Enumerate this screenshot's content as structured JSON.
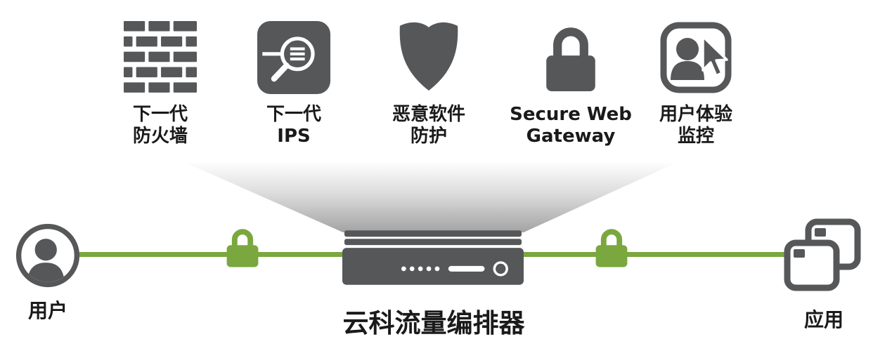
{
  "colors": {
    "icon_dark": "#565759",
    "accent_green": "#7aa73e",
    "funnel_gray": "#a3a3a5",
    "text": "#1a1a1a"
  },
  "services": [
    {
      "icon": "firewall-bricks-icon",
      "label_line1": "下一代",
      "label_line2": "防火墙"
    },
    {
      "icon": "ips-magnifier-icon",
      "label_line1": "下一代",
      "label_line2": "IPS"
    },
    {
      "icon": "malware-shield-icon",
      "label_line1": "恶意软件",
      "label_line2": "防护"
    },
    {
      "icon": "secure-web-lock-icon",
      "label_line1": "Secure Web",
      "label_line2": "Gateway"
    },
    {
      "icon": "user-experience-icon",
      "label_line1": "用户体验",
      "label_line2": "监控"
    }
  ],
  "nodes": {
    "user": {
      "label": "用户",
      "icon": "user-icon"
    },
    "orchestrator": {
      "label": "云科流量编排器",
      "icon": "appliance-icon"
    },
    "apps": {
      "label": "应用",
      "icon": "apps-icon"
    }
  },
  "links": {
    "left_lock": "padlock-icon",
    "right_lock": "padlock-icon"
  }
}
